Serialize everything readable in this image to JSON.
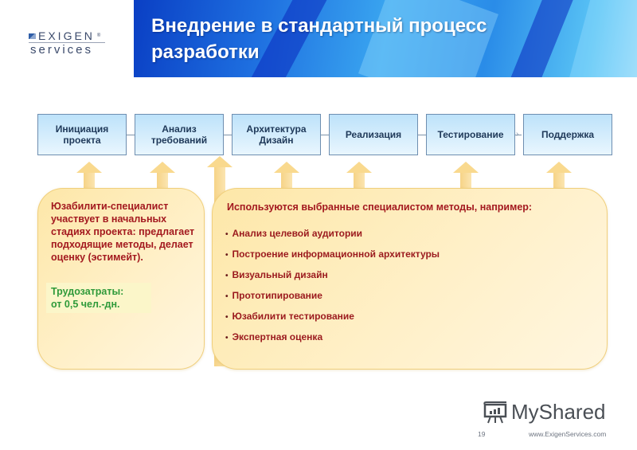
{
  "logo": {
    "top": "EXIGEN",
    "bottom": "services",
    "registered": "®"
  },
  "header": {
    "title_line1": "Внедрение в стандартный процесс",
    "title_line2": "разработки"
  },
  "process": {
    "steps": [
      {
        "label_line1": "Инициация",
        "label_line2": "проекта"
      },
      {
        "label_line1": "Анализ",
        "label_line2": "требований"
      },
      {
        "label_line1": "Архитектура",
        "label_line2": "Дизайн"
      },
      {
        "label_line1": "Реализация",
        "label_line2": ""
      },
      {
        "label_line1": "Тестирование",
        "label_line2": ""
      },
      {
        "label_line1": "Поддержка",
        "label_line2": ""
      }
    ],
    "arrow_glyph": "›"
  },
  "left_panel": {
    "text": "Юзабилити-специалист участвует в начальных стадиях проекта: предлагает подходящие методы, делает оценку (эстимейт).",
    "effort_line1": "Трудозатраты:",
    "effort_line2": "от 0,5 чел.-дн."
  },
  "right_panel": {
    "heading": "Используются выбранные специалистом методы, например:",
    "bullet": "•",
    "methods": [
      "Анализ целевой аудитории",
      "Построение информационной архитектуры",
      "Визуальный дизайн",
      "Прототипирование",
      "Юзабилити тестирование",
      "Экспертная оценка"
    ]
  },
  "watermark": {
    "text": "MyShared"
  },
  "footer": {
    "page_number": "19",
    "url": "www.ExigenServices.com"
  },
  "colors": {
    "accent_red": "#a3191f",
    "effort_green": "#2f9a3a",
    "box_border": "#6e8eb0",
    "panel_fill": "#fde7a8",
    "banner_blue": "#1e6fe0"
  }
}
